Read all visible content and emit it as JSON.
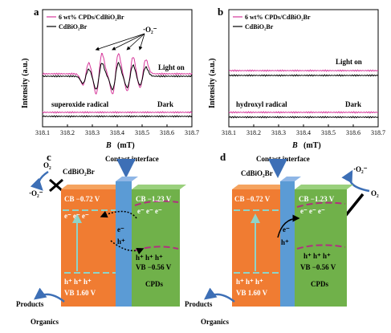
{
  "figure": {
    "panel_labels": {
      "a": "a",
      "b": "b",
      "c": "c",
      "d": "d"
    }
  },
  "chart_data": [
    {
      "type": "line",
      "panel": "a",
      "xlabel_symbol": "B",
      "xlabel_unit": "(mT)",
      "ylabel": "Intensity (a.u.)",
      "xlim": [
        318.1,
        318.7
      ],
      "x_ticks": [
        "318.1",
        "318.2",
        "318.3",
        "318.4",
        "318.5",
        "318.6",
        "318.7"
      ],
      "legend": [
        "6 wt% CPDs/CdBiO₂Br",
        "CdBiO₂Br"
      ],
      "annotations": {
        "species": "·O₂⁻",
        "radical": "superoxide radical",
        "light": "Light on",
        "dark": "Dark"
      },
      "colors": {
        "cpds": "#d6399b",
        "bare": "#000000"
      },
      "peaks_x": [
        318.274,
        318.327,
        318.393,
        318.452,
        318.503
      ],
      "peaks_cpds_amp": [
        0.55,
        1.0,
        1.0,
        0.85,
        0.7
      ],
      "peaks_bare_amp": [
        0.35,
        0.65,
        0.65,
        0.55,
        0.45
      ]
    },
    {
      "type": "line",
      "panel": "b",
      "xlabel_symbol": "B",
      "xlabel_unit": "(mT)",
      "ylabel": "Intensity (a.u.)",
      "xlim": [
        318.1,
        318.7
      ],
      "x_ticks": [
        "318.1",
        "318.2",
        "318.3",
        "318.4",
        "318.5",
        "318.6",
        "318.7"
      ],
      "legend": [
        "6 wt% CPDs/CdBiO₂Br",
        "CdBiO₂Br"
      ],
      "annotations": {
        "radical": "hydroxyl radical",
        "light": "Light on",
        "dark": "Dark"
      },
      "colors": {
        "cpds": "#d6399b",
        "bare": "#000000"
      }
    }
  ],
  "diagram_c": {
    "contact": "Contact interface",
    "material": "CdBiO₂Br",
    "o2": "O₂",
    "o2minus": "·O₂⁻",
    "cb_left": "CB −0.72 V",
    "cb_right": "CB −1.23 V",
    "electrons_left": "e⁻ e⁻ e⁻",
    "electrons_right": "e⁻ e⁻ e⁻",
    "e_transfer": "e⁻",
    "h_transfer": "h⁺",
    "holes_right": "h⁺ h⁺ h⁺",
    "vb_right": "VB −0.56 V",
    "cpds": "CPDs",
    "holes_left": "h⁺ h⁺ h⁺",
    "vb_left": "VB 1.60 V",
    "products": "Products",
    "organics": "Organics"
  },
  "diagram_d": {
    "contact": "Contact interface",
    "material": "CdBiO₂Br",
    "o2": "O₂",
    "o2minus": "·O₂⁻",
    "cb_left": "CB −0.72 V",
    "cb_right": "CB −1.23 V",
    "electrons_right": "e⁻ e⁻ e⁻",
    "e_transfer": "e⁻",
    "h_transfer": "h⁺",
    "holes_right": "h⁺ h⁺ h⁺",
    "vb_right": "VB −0.56 V",
    "cpds": "CPDs",
    "holes_left": "h⁺ h⁺ h⁺",
    "vb_left": "VB 1.60 V",
    "products": "Products",
    "organics": "Organics"
  }
}
